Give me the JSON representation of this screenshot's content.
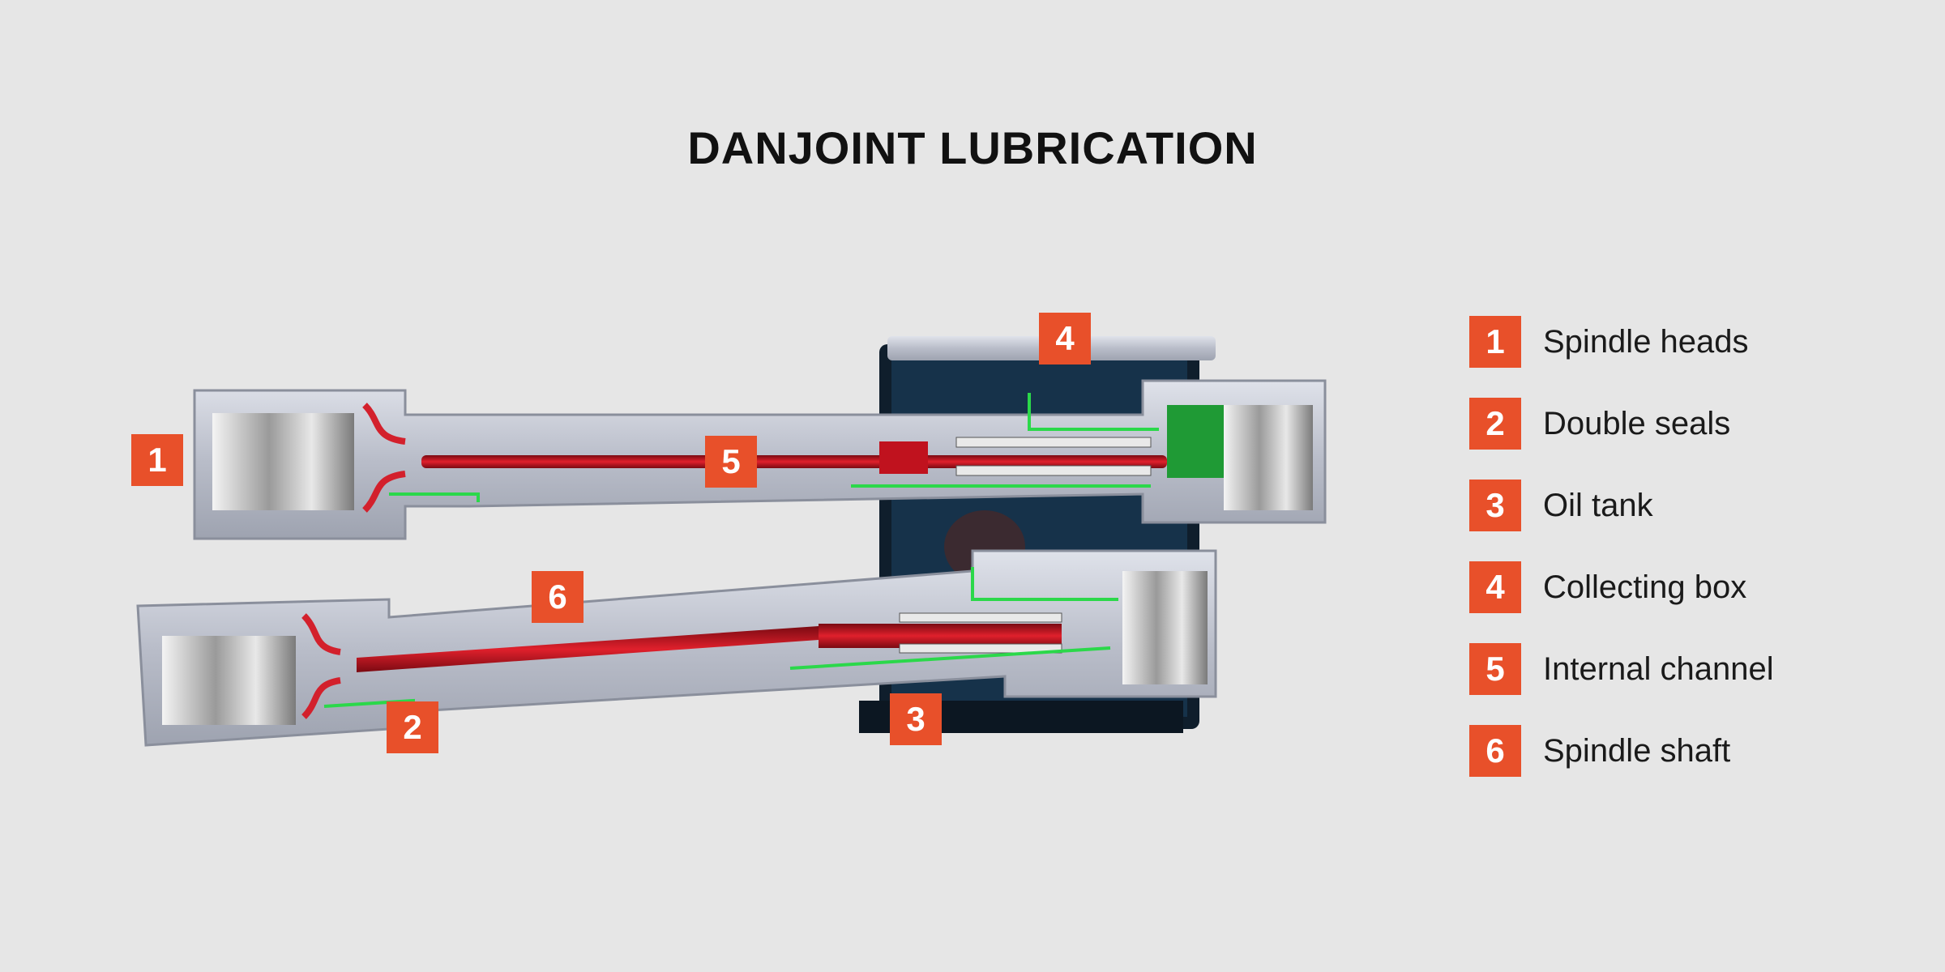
{
  "title": "DANJOINT LUBRICATION",
  "colors": {
    "badge": "#e8502a",
    "background": "#e6e6e6",
    "oil": "#c0121e",
    "seal": "#2bd84a",
    "housing": "#16324a"
  },
  "callouts": [
    "1",
    "2",
    "3",
    "4",
    "5",
    "6"
  ],
  "legend": [
    {
      "number": "1",
      "label": "Spindle heads"
    },
    {
      "number": "2",
      "label": "Double seals"
    },
    {
      "number": "3",
      "label": "Oil tank"
    },
    {
      "number": "4",
      "label": "Collecting box"
    },
    {
      "number": "5",
      "label": "Internal channel"
    },
    {
      "number": "6",
      "label": "Spindle shaft"
    }
  ]
}
